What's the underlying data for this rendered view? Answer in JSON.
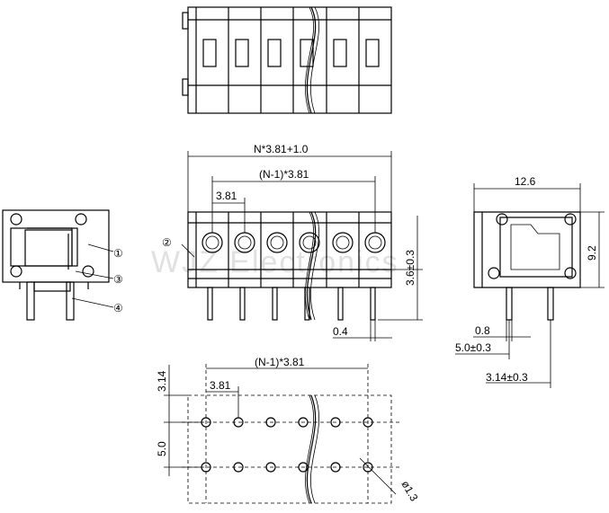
{
  "watermark": "WJZ Electronics",
  "dims": {
    "overall_length": "N*3.81+1.0",
    "pitch_total": "(N-1)*3.81",
    "pitch": "3.81",
    "height_pin": "3.6±0.3",
    "pin_width": "0.4",
    "depth": "12.6",
    "height": "9.2",
    "pin_side": "0.8",
    "offset_a": "5.0±0.3",
    "offset_b": "3.14±0.3",
    "pcb_pitch_total": "(N-1)*3.81",
    "pcb_pitch": "3.81",
    "pcb_top": "3.14",
    "pcb_row": "5.0",
    "hole_dia": "ø1.3"
  },
  "callouts": [
    "①",
    "②",
    "③",
    "④"
  ]
}
